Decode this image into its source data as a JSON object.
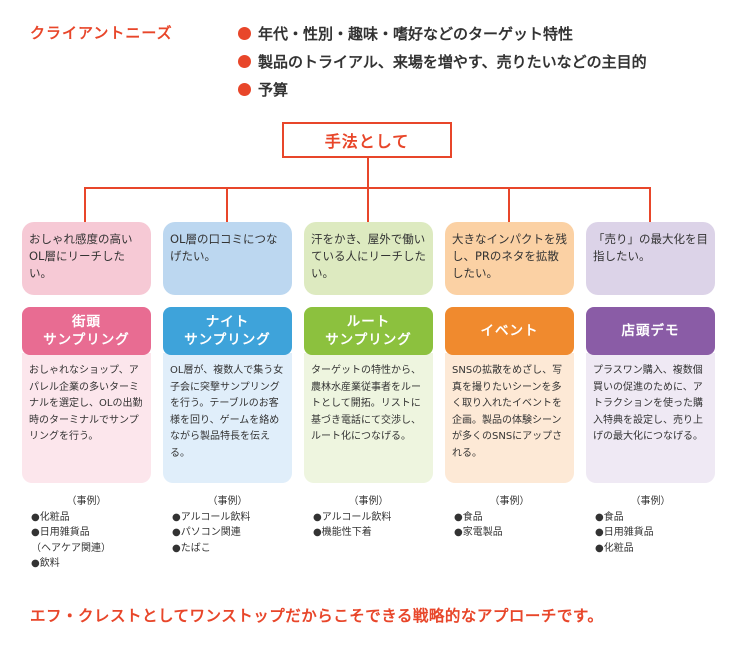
{
  "needs": {
    "label": "クライアントニーズ",
    "items": [
      "年代・性別・趣味・嗜好などのターゲット特性",
      "製品のトライアル、来場を増やす、売りたいなどの主目的",
      "予算"
    ]
  },
  "method": "手法として",
  "columns": [
    {
      "goal": "おしゃれ感度の高いOL層にリーチしたい。",
      "title": "街頭\nサンプリング",
      "description": "おしゃれなショップ、アパレル企業の多いターミナルを選定し、OLの出勤時のターミナルでサンプリングを行う。",
      "cases_title": "（事例）",
      "cases": [
        "●化粧品",
        "●日用雑貨品",
        "（ヘアケア関連）",
        "●飲料"
      ],
      "colors": {
        "goal_bg": "#f6c9d5",
        "head_bg": "#e86c92",
        "desc_bg": "#fce6ec"
      }
    },
    {
      "goal": "OL層の口コミにつなげたい。",
      "title": "ナイト\nサンプリング",
      "description": "OL層が、複数人で集う女子会に突撃サンプリングを行う。テーブルのお客様を回り、ゲームを絡めながら製品特長を伝える。",
      "cases_title": "（事例）",
      "cases": [
        "●アルコール飲料",
        "●パソコン関連",
        "●たばこ"
      ],
      "colors": {
        "goal_bg": "#bcd7f0",
        "head_bg": "#3ea3da",
        "desc_bg": "#e0eefa"
      }
    },
    {
      "goal": "汗をかき、屋外で働いている人にリーチしたい。",
      "title": "ルート\nサンプリング",
      "description": "ターゲットの特性から、農林水産業従事者をルートとして開拓。リストに基づき電話にて交渉し、ルート化につなげる。",
      "cases_title": "（事例）",
      "cases": [
        "●アルコール飲料",
        "●機能性下着"
      ],
      "colors": {
        "goal_bg": "#ddeac0",
        "head_bg": "#8cc13e",
        "desc_bg": "#eef5df"
      }
    },
    {
      "goal": "大きなインパクトを残し、PRのネタを拡散したい。",
      "title": "イベント",
      "description": "SNSの拡散をめざし、写真を撮りたいシーンを多く取り入れたイベントを企画。製品の体験シーンが多くのSNSにアップされる。",
      "cases_title": "（事例）",
      "cases": [
        "●食品",
        "●家電製品"
      ],
      "colors": {
        "goal_bg": "#fbd1a4",
        "head_bg": "#f08a2e",
        "desc_bg": "#fde9d6"
      }
    },
    {
      "goal": "「売り」の最大化を目指したい。",
      "title": "店頭デモ",
      "description": "プラスワン購入、複数個買いの促進のために、アトラクションを使った購入特典を設定し、売り上げの最大化につなげる。",
      "cases_title": "（事例）",
      "cases": [
        "●食品",
        "●日用雑貨品",
        "●化粧品"
      ],
      "colors": {
        "goal_bg": "#dcd3e8",
        "head_bg": "#8a5ca6",
        "desc_bg": "#efe9f4"
      }
    }
  ],
  "footer": "エフ・クレストとしてワンストップだからこそできる戦略的なアプローチです。"
}
